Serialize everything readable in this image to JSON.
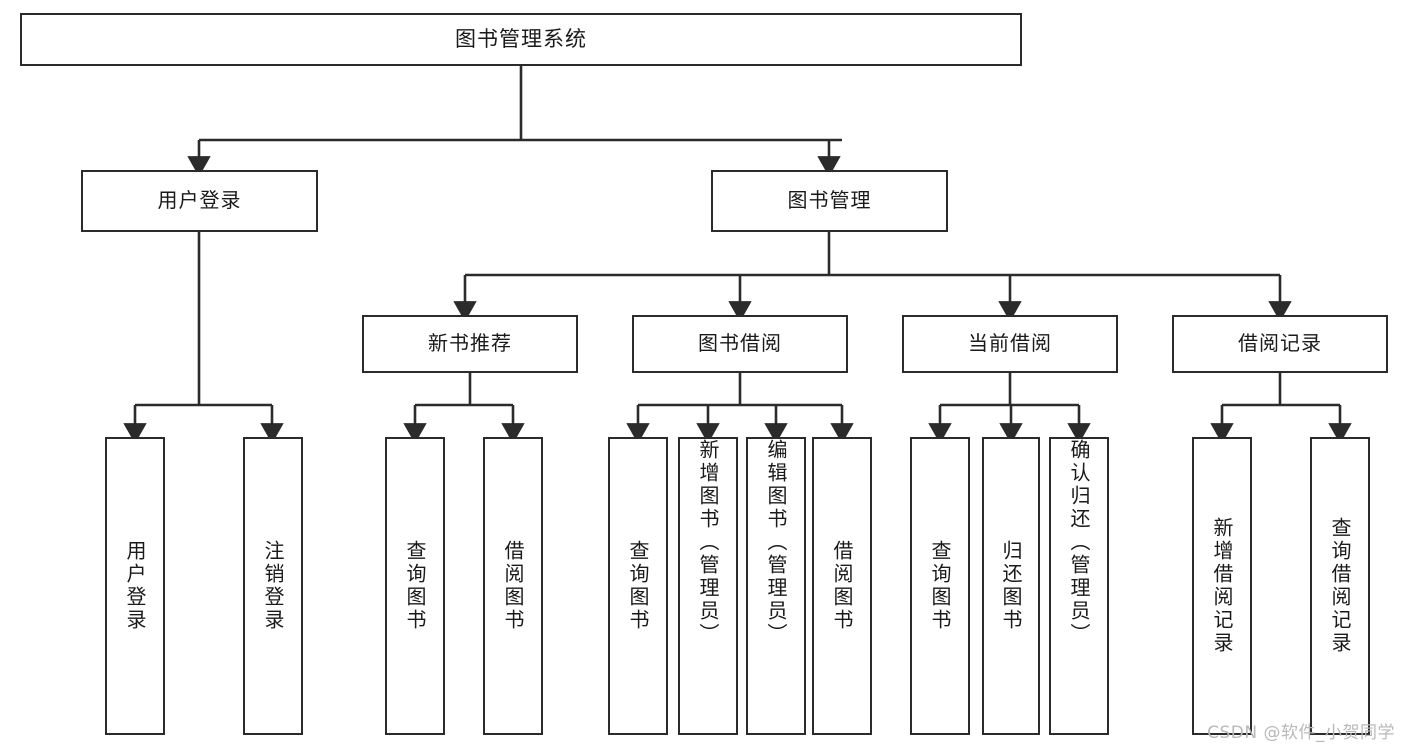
{
  "diagram": {
    "title": "图书管理系统",
    "root": {
      "id": "root",
      "label": "图书管理系统"
    },
    "level2": [
      {
        "id": "login",
        "label": "用户登录"
      },
      {
        "id": "bookmgr",
        "label": "图书管理"
      }
    ],
    "level3": [
      {
        "id": "newbook",
        "label": "新书推荐",
        "parent": "bookmgr"
      },
      {
        "id": "borrow",
        "label": "图书借阅",
        "parent": "bookmgr"
      },
      {
        "id": "current",
        "label": "当前借阅",
        "parent": "bookmgr"
      },
      {
        "id": "record",
        "label": "借阅记录",
        "parent": "bookmgr"
      }
    ],
    "leaves": {
      "login": [
        {
          "id": "login1",
          "label": "用户登录"
        },
        {
          "id": "login2",
          "label": "注销登录"
        }
      ],
      "newbook": [
        {
          "id": "nb1",
          "label": "查询图书"
        },
        {
          "id": "nb2",
          "label": "借阅图书"
        }
      ],
      "borrow": [
        {
          "id": "bw1",
          "label": "查询图书"
        },
        {
          "id": "bw2",
          "label": "新增图书（管理员）"
        },
        {
          "id": "bw3",
          "label": "编辑图书（管理员）"
        },
        {
          "id": "bw4",
          "label": "借阅图书"
        }
      ],
      "current": [
        {
          "id": "cu1",
          "label": "查询图书"
        },
        {
          "id": "cu2",
          "label": "归还图书"
        },
        {
          "id": "cu3",
          "label": "确认归还（管理员）"
        }
      ],
      "record": [
        {
          "id": "rc1",
          "label": "新增借阅记录"
        },
        {
          "id": "rc2",
          "label": "查询借阅记录"
        }
      ]
    }
  },
  "watermark": {
    "text": "CSDN @软件_小贺同学"
  },
  "colors": {
    "stroke": "#2b2b2b",
    "fill": "#ffffff",
    "text": "#1a1a1a",
    "watermark": "#b9b9b9"
  }
}
